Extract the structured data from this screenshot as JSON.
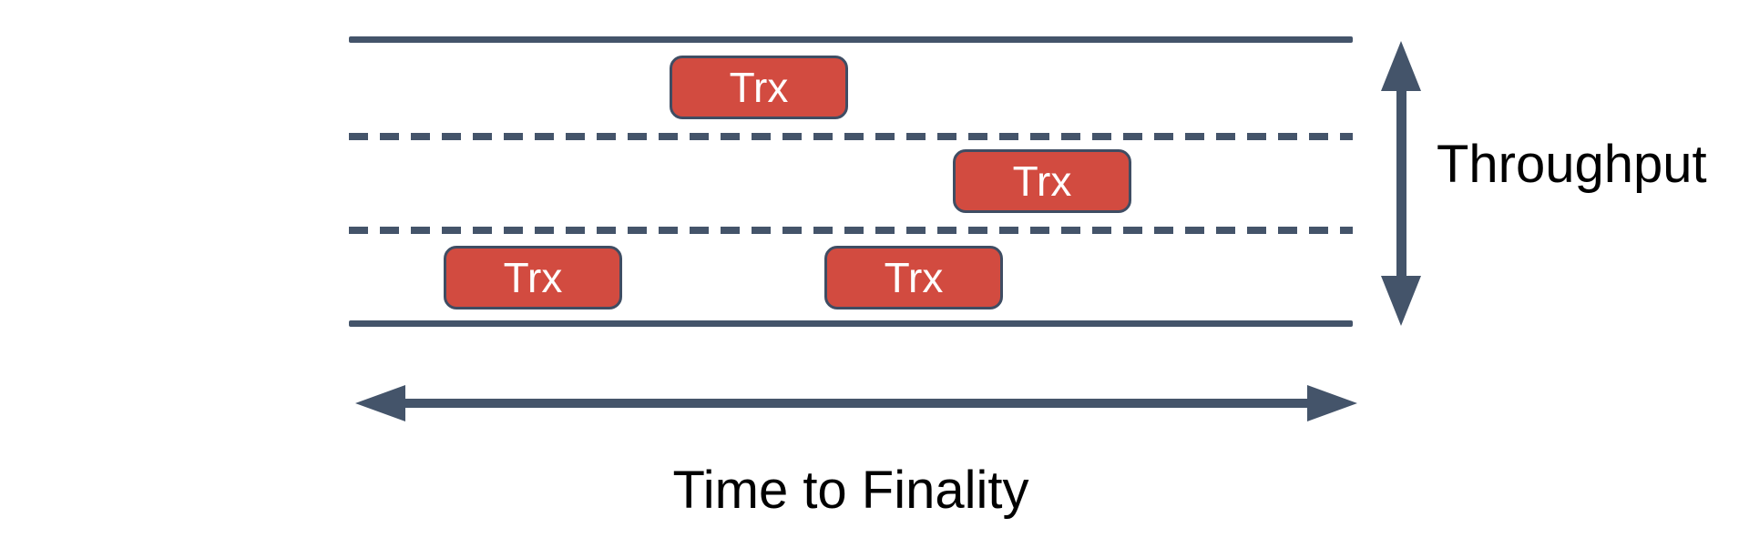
{
  "labels": {
    "throughput": "Throughput",
    "time_to_finality": "Time to Finality"
  },
  "trx_boxes": [
    {
      "label": "Trx",
      "lane": "top"
    },
    {
      "label": "Trx",
      "lane": "middle"
    },
    {
      "label": "Trx",
      "lane": "bottom"
    },
    {
      "label": "Trx",
      "lane": "bottom"
    }
  ],
  "road": {
    "lane_count": 3,
    "solid_edge_lines": 2,
    "dashed_divider_lines": 2
  },
  "colors": {
    "line": "#44546a",
    "box_fill": "#d24b40",
    "box_border": "#3f4d63",
    "box_text": "#ffffff",
    "label_text": "#000000",
    "canvas_bg": "#ffffff"
  }
}
